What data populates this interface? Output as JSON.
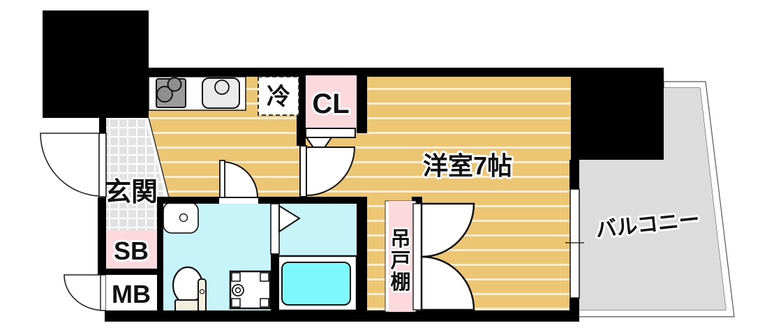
{
  "title": "apartment-floor-plan",
  "rooms": {
    "entrance_label": "玄関",
    "western_room_label": "洋室7帖",
    "balcony_label": "バルコニー",
    "closet_label": "CL",
    "refrigerator_label": "冷",
    "shoe_box_label": "SB",
    "meter_box_label": "MB",
    "hanging_cupboard_chars": [
      "吊",
      "戸",
      "棚"
    ]
  },
  "colors": {
    "wood": "#ecc673",
    "wood_stripe": "rgba(255,255,255,0.7)",
    "pink": "#fbd9dc",
    "cyan": "#c6f4f9",
    "tub": "#7ef8fa",
    "balcony_gray": "#dcdcdd",
    "tile_gray": "#e2e2e2",
    "wall_black": "#000000",
    "appliance_gray": "#9c9c9c",
    "sink_gray": "#ebebeb",
    "toilet_cream": "#f3efdf"
  }
}
